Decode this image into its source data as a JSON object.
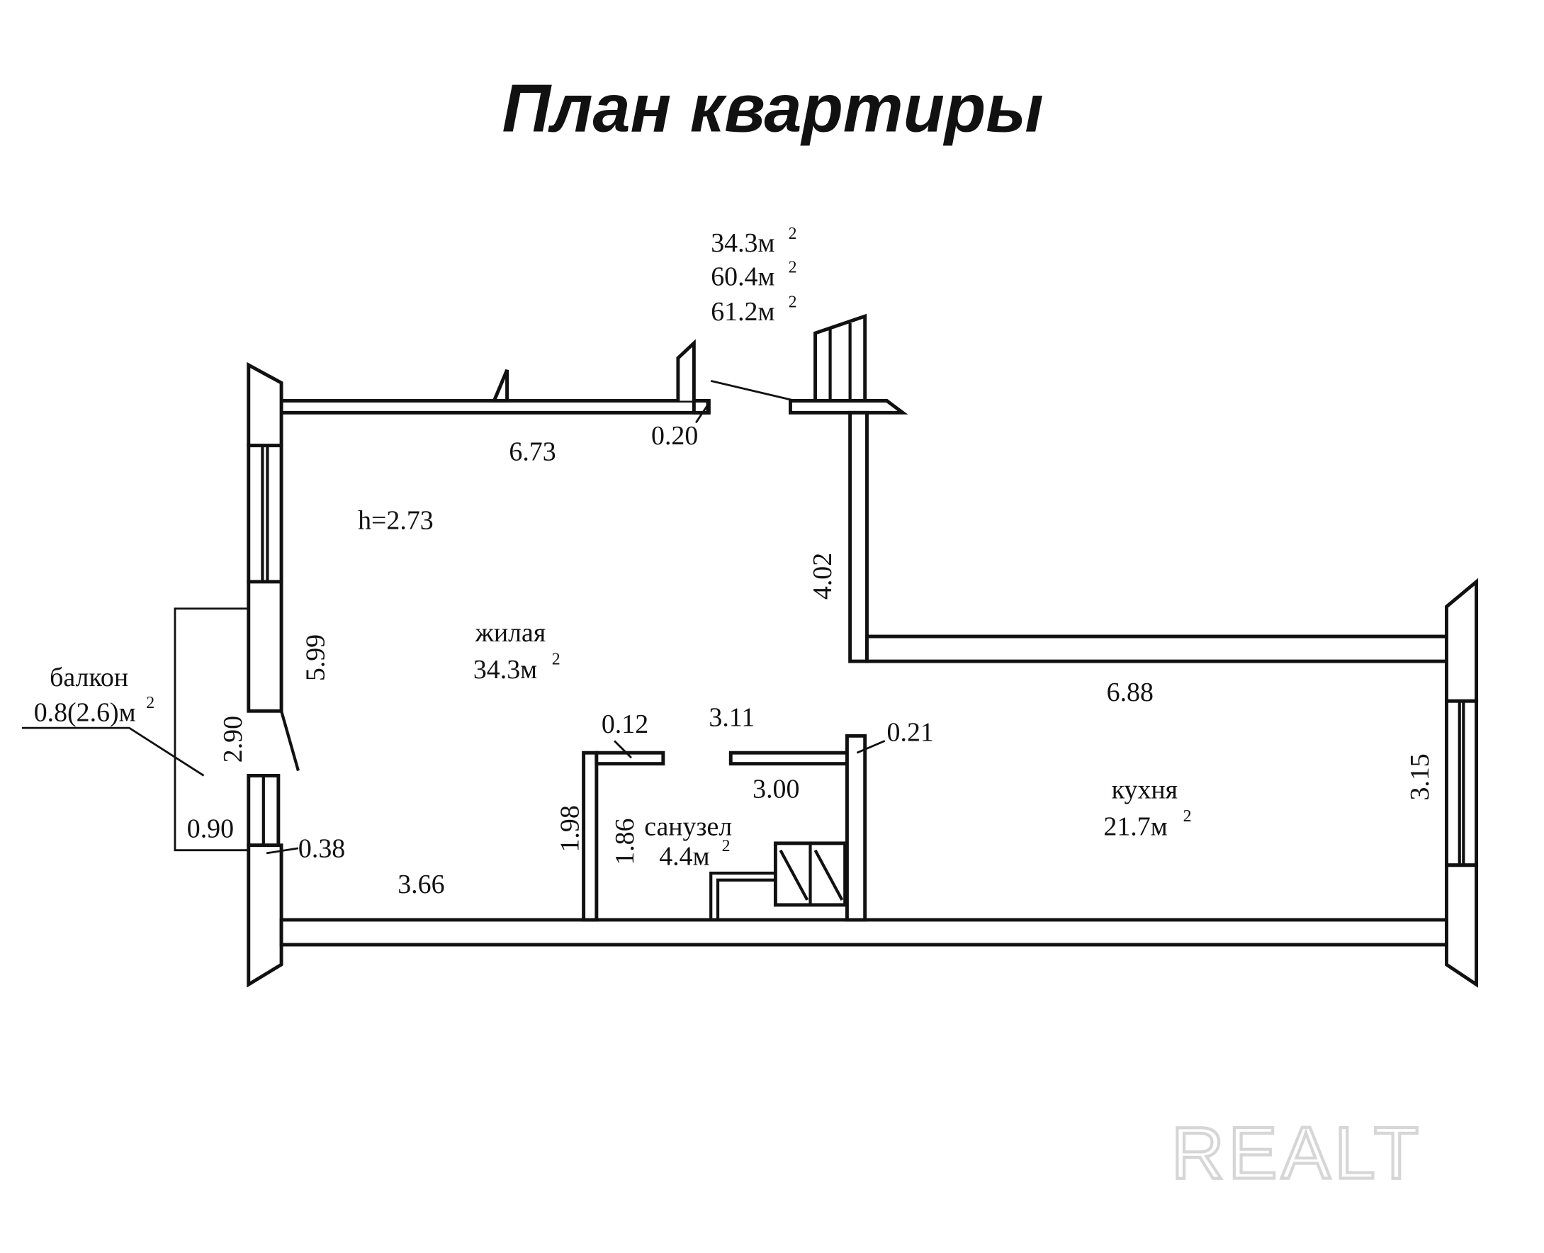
{
  "title": "План квартиры",
  "areas_summary": [
    "34.3м",
    "60.4м",
    "61.2м"
  ],
  "sup": "2",
  "rooms": {
    "living": {
      "name": "жилая",
      "area": "34.3м"
    },
    "kitchen": {
      "name": "кухня",
      "area": "21.7м"
    },
    "bathroom": {
      "name": "санузел",
      "area": "4.4м"
    },
    "balcony": {
      "name": "балкон",
      "area": "0.8(2.6)м"
    }
  },
  "ceiling_height": "h=2.73",
  "dimensions": {
    "living_top": "6.73",
    "living_side": "5.99",
    "living_bottom": "3.66",
    "wall_020": "0.20",
    "col_402": "4.02",
    "kitchen_top": "6.88",
    "kitchen_side": "3.15",
    "d012": "0.12",
    "d311": "3.11",
    "d300": "3.00",
    "d021": "0.21",
    "d198": "1.98",
    "d186": "1.86",
    "d290": "2.90",
    "d090": "0.90",
    "d038": "0.38"
  },
  "watermark": "REALT"
}
